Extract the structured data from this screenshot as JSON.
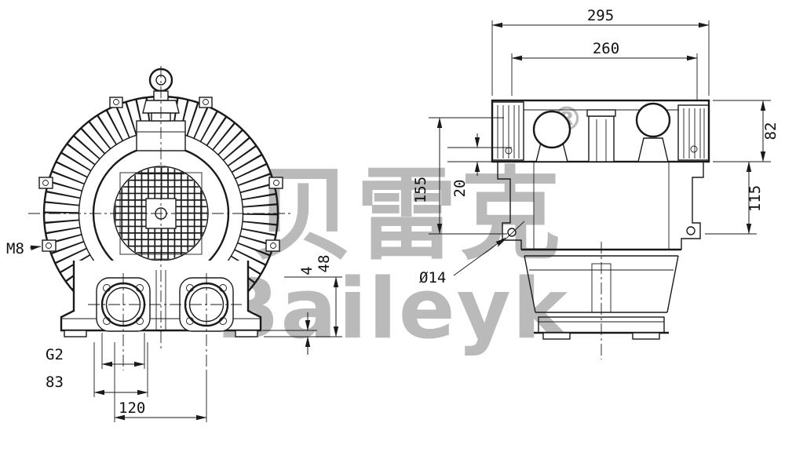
{
  "watermark": {
    "brand_cjk": "贝雷克",
    "registered_mark": "®",
    "brand_latin": "Baileyk"
  },
  "front_view": {
    "labels": {
      "m8": "M8",
      "g2": "G2",
      "dim_83": "83",
      "dim_120": "120",
      "dim_4": "4",
      "dim_48": "48"
    }
  },
  "side_view": {
    "labels": {
      "dim_295": "295",
      "dim_260": "260",
      "dim_82": "82",
      "dim_115": "115",
      "dim_155": "155",
      "dim_20": "20",
      "hole_dia": "Ø14"
    }
  }
}
